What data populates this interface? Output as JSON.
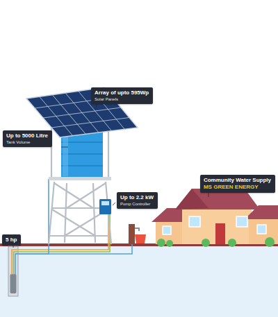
{
  "diagram": {
    "nodes": [
      {
        "text": [
          "Array of upto 595Wp",
          "Solar Panels"
        ]
      },
      {
        "text": [
          "Up to 5000 Litre",
          "Tank Volume"
        ]
      },
      {
        "text": [
          "Community Water Supply",
          "MS GREEN ENERGY"
        ]
      },
      {
        "text": [
          "Up to 2.2 kW",
          "Pump Controller"
        ]
      },
      {
        "text": [
          "5 hp"
        ]
      }
    ]
  }
}
